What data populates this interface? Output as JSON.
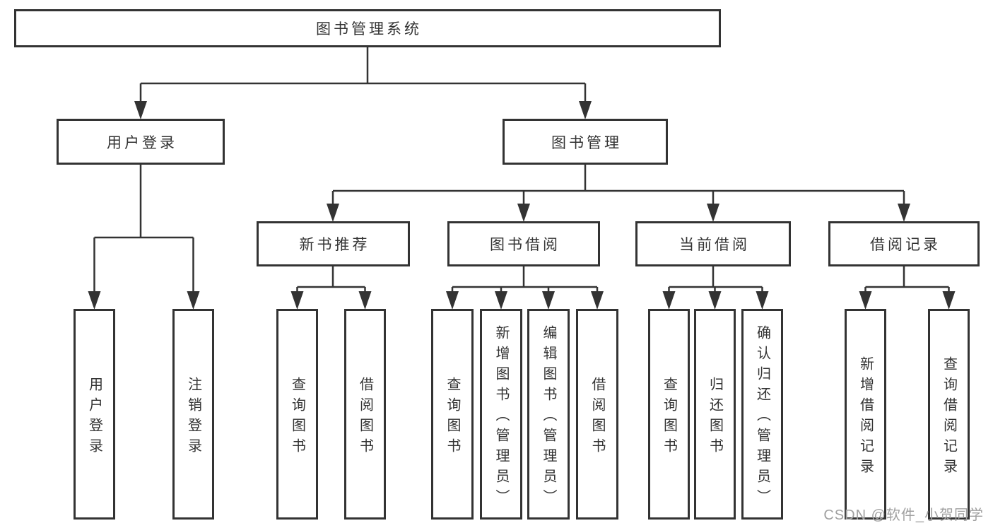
{
  "diagram": {
    "type": "tree",
    "title": "图书管理系统",
    "root": {
      "id": "library-system",
      "label": "图书管理系统"
    },
    "level2": [
      {
        "id": "user-login",
        "label": "用户登录",
        "children": [
          "用户登录",
          "注销登录"
        ]
      },
      {
        "id": "book-management",
        "label": "图书管理"
      }
    ],
    "level3": [
      {
        "id": "new-book-recommend",
        "label": "新书推荐",
        "children": [
          "查询图书",
          "借阅图书"
        ]
      },
      {
        "id": "book-borrowing",
        "label": "图书借阅",
        "children": [
          "查询图书",
          "新增图书（管理员）",
          "编辑图书（管理员）",
          "借阅图书"
        ]
      },
      {
        "id": "current-borrowing",
        "label": "当前借阅",
        "children": [
          "查询图书",
          "归还图书",
          "确认归还（管理员）"
        ]
      },
      {
        "id": "borrowing-records",
        "label": "借阅记录",
        "children": [
          "新增借阅记录",
          "查询借阅记录"
        ]
      }
    ]
  },
  "watermark": "CSDN @软件_小贺同学",
  "colors": {
    "line": "#333333",
    "box_border": "#333333",
    "box_fill": "#ffffff",
    "text": "#333333",
    "watermark": "#a0a0a0"
  }
}
